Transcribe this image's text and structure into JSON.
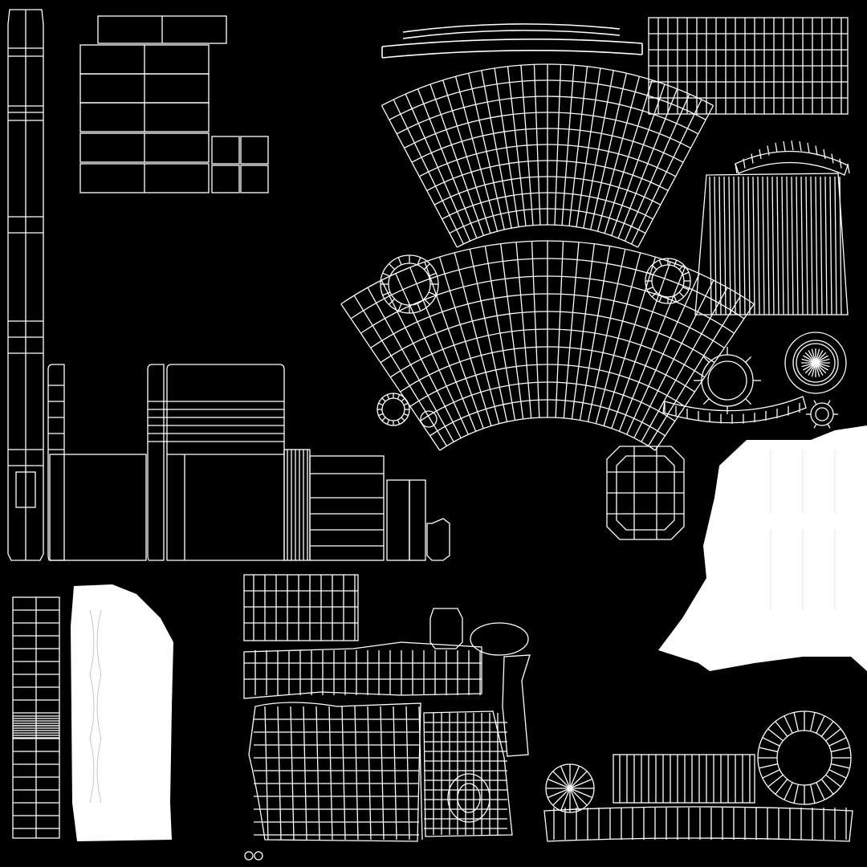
{
  "image": {
    "kind": "uv-wireframe-layout",
    "background_color": "#000000",
    "line_color": "#ffffff"
  },
  "shells": [
    {
      "id": "tall-strip-left",
      "shape": "strip"
    },
    {
      "id": "stacked-boxes-top-left",
      "shape": "box-grid"
    },
    {
      "id": "small-squares",
      "shape": "box-grid"
    },
    {
      "id": "top-arcs",
      "shape": "arc"
    },
    {
      "id": "top-right-grid",
      "shape": "grid"
    },
    {
      "id": "fan-upper",
      "shape": "fan"
    },
    {
      "id": "fan-lower",
      "shape": "fan"
    },
    {
      "id": "pleated-block",
      "shape": "pleats"
    },
    {
      "id": "rings",
      "shape": "ring"
    },
    {
      "id": "gears",
      "shape": "gear"
    },
    {
      "id": "octagon-pad",
      "shape": "octagon"
    },
    {
      "id": "white-blob-right",
      "shape": "solid"
    },
    {
      "id": "white-blob-left",
      "shape": "solid"
    },
    {
      "id": "mid-left-panels",
      "shape": "panels"
    },
    {
      "id": "bottom-left-strip",
      "shape": "strip"
    },
    {
      "id": "bottom-center-patches",
      "shape": "grid"
    },
    {
      "id": "bottom-right-group",
      "shape": "mixed"
    }
  ]
}
